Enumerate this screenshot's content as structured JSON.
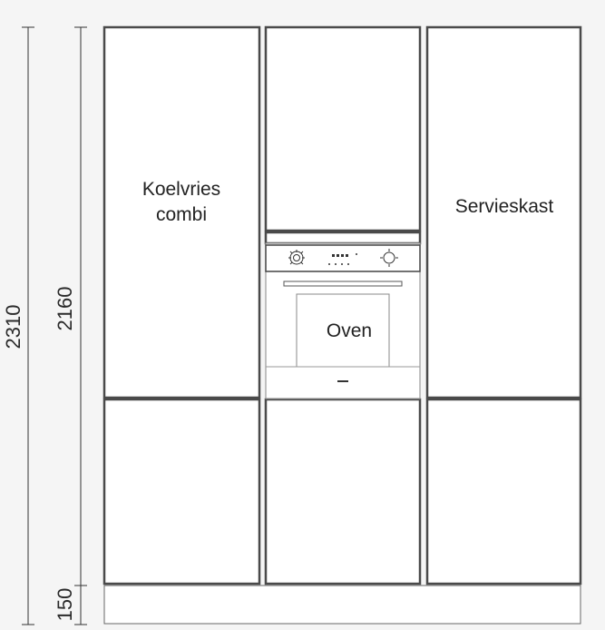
{
  "dimensions": {
    "total_height": "2310",
    "tall_cabinet_height": "2160",
    "plinth_height": "150"
  },
  "labels": {
    "left_cabinet_line1": "Koelvries",
    "left_cabinet_line2": "combi",
    "oven": "Oven",
    "right_cabinet": "Servieskast"
  },
  "colors": {
    "background": "#f5f5f5",
    "panel_fill": "#ffffff",
    "stroke": "#555555"
  }
}
